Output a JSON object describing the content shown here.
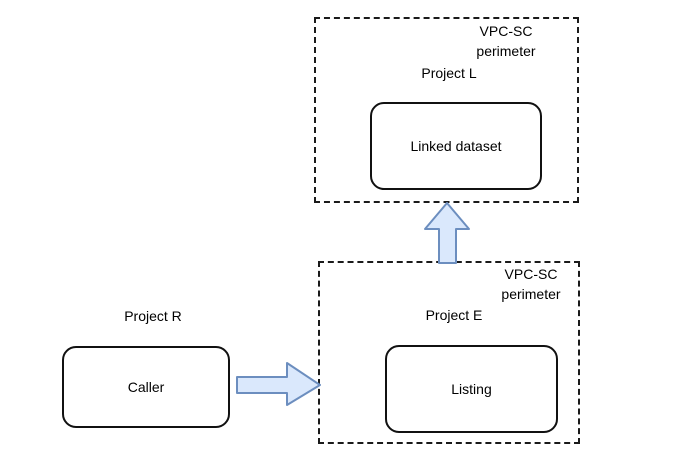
{
  "colors": {
    "background": "#ffffff",
    "line": "#1a1a1a",
    "arrow_fill": "#dae8fc",
    "arrow_stroke": "#6c8ebf"
  },
  "perimeters": {
    "top": {
      "label_line1": "VPC-SC",
      "label_line2": "perimeter",
      "project": "Project L",
      "node": "Linked dataset"
    },
    "bottom": {
      "label_line1": "VPC-SC",
      "label_line2": "perimeter",
      "project": "Project E",
      "node": "Listing"
    }
  },
  "external": {
    "project": "Project R",
    "node": "Caller"
  },
  "arrows": {
    "caller_to_listing": "right",
    "listing_to_linked_dataset": "up"
  }
}
